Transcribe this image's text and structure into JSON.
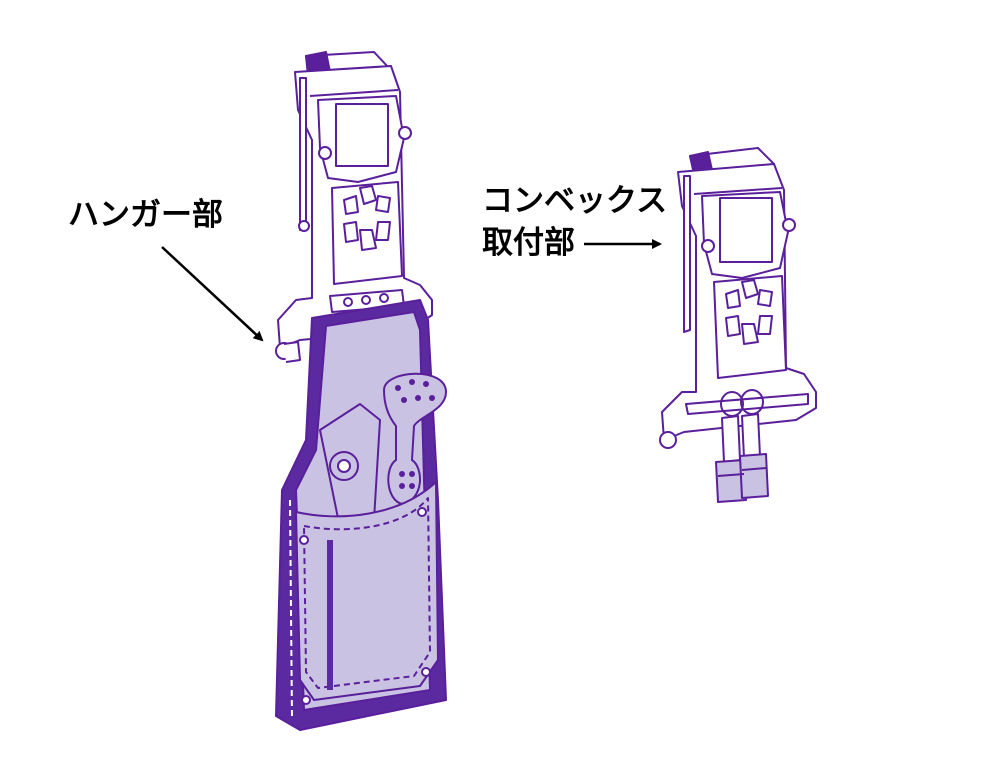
{
  "labels": {
    "hanger": "ハンガー部",
    "convex_line1": "コンベックス",
    "convex_line2": "取付部"
  },
  "colors": {
    "outline": "#5a1f9a",
    "pouch_fill": "#c9c2e2",
    "pouch_dark": "#5b2aa0",
    "arrow": "#000000",
    "text": "#000000"
  },
  "icons": {
    "left": "tool-holder-with-pouch",
    "right": "tool-holder-with-tape-measure-hooks"
  }
}
